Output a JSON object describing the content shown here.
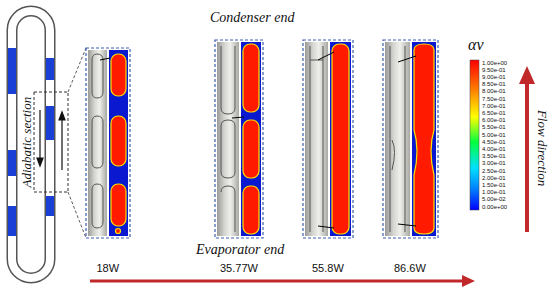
{
  "diagram": {
    "labels": [
      "Condenser end",
      "Adiabatic section",
      "Flow direction",
      "αv",
      "1.00e+00",
      "9.50e-01",
      "9.00e-01",
      "8.50e-01",
      "8.00e-01",
      "7.50e-01",
      "7.00e-01",
      "6.50e-01",
      "6.00e-01",
      "5.50e-01",
      "5.00e-01",
      "4.50e-01",
      "4.00e-01",
      "3.50e-01",
      "3.00e-01",
      "2.50e-01",
      "2.00e-01",
      "1.50e-01",
      "1.00e-01",
      "5.00e-02",
      "0.00e+00",
      "Evaporator end",
      "18W",
      "35.77W",
      "55.8W",
      "86.6W"
    ]
  }
}
